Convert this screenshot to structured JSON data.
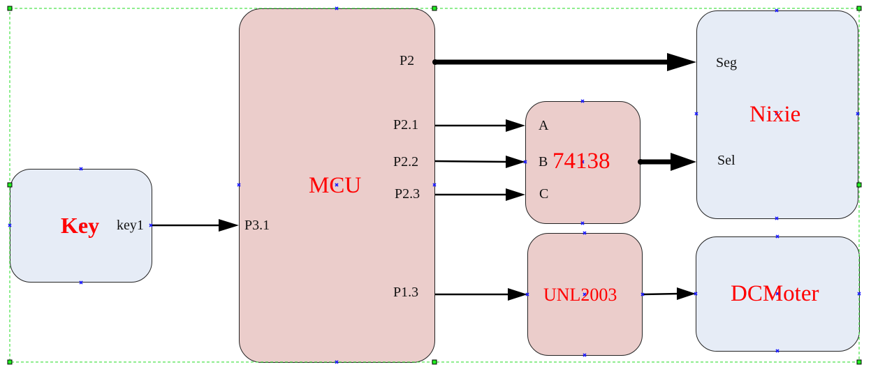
{
  "diagram": {
    "type": "block-diagram",
    "colors": {
      "block_fill_pink": "#ebcdcb",
      "block_fill_blue": "#e6ecf6",
      "title_text": "#ff0000",
      "port_text": "#111111",
      "selection_border": "#22dd22",
      "connection_point": "#1a1aff"
    },
    "blocks": {
      "key": {
        "title": "Key",
        "ports": {
          "key1": "key1"
        }
      },
      "mcu": {
        "title": "MCU",
        "ports": {
          "p2": "P2",
          "p21": "P2.1",
          "p22": "P2.2",
          "p23": "P2.3",
          "p31": "P3.1",
          "p13": "P1.3"
        }
      },
      "decoder": {
        "title": "74138",
        "ports": {
          "a": "A",
          "b": "B",
          "c": "C"
        }
      },
      "nixie": {
        "title": "Nixie",
        "ports": {
          "seg": "Seg",
          "sel": "Sel"
        }
      },
      "driver": {
        "title": "UNL2003"
      },
      "motor": {
        "title": "DCMoter"
      }
    },
    "connections": [
      {
        "from": "Key.key1",
        "to": "MCU.P3.1",
        "style": "thin"
      },
      {
        "from": "MCU.P2",
        "to": "Nixie.Seg",
        "style": "bus"
      },
      {
        "from": "MCU.P2.1",
        "to": "74138.A",
        "style": "thin"
      },
      {
        "from": "MCU.P2.2",
        "to": "74138.B",
        "style": "thin"
      },
      {
        "from": "MCU.P2.3",
        "to": "74138.C",
        "style": "thin"
      },
      {
        "from": "74138",
        "to": "Nixie.Sel",
        "style": "bus"
      },
      {
        "from": "MCU.P1.3",
        "to": "UNL2003",
        "style": "thin"
      },
      {
        "from": "UNL2003",
        "to": "DCMoter",
        "style": "thin"
      }
    ]
  }
}
